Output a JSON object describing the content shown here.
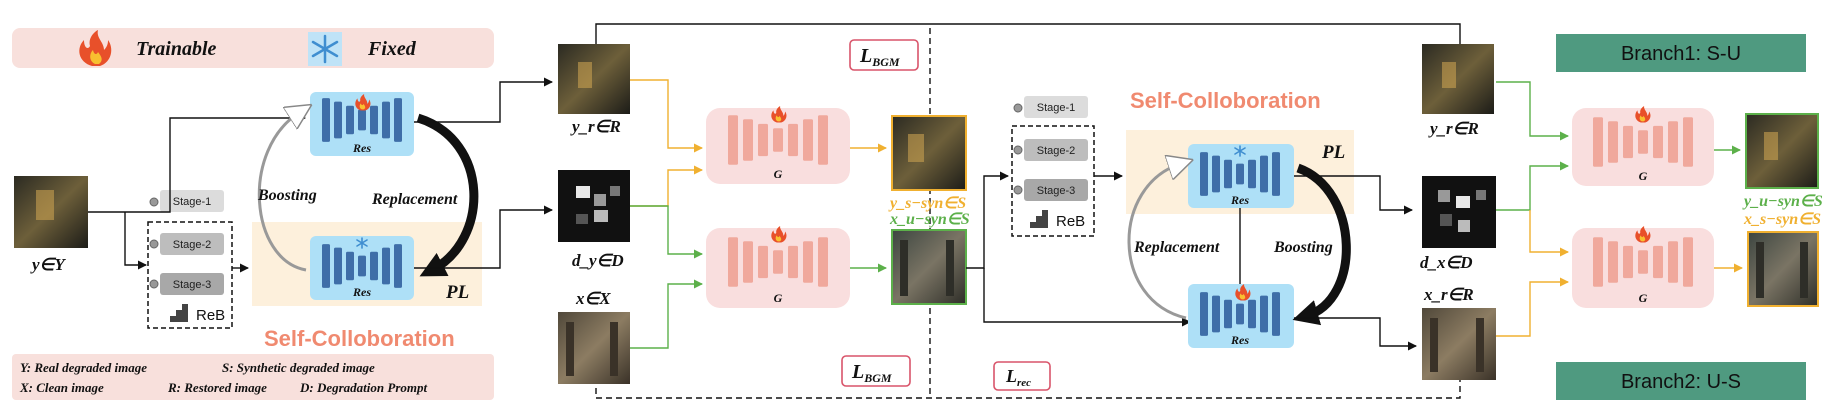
{
  "legend_top": {
    "trainable_label": "Trainable",
    "fixed_label": "Fixed"
  },
  "legend_bottom": {
    "line1_left": "Y: Real degraded image",
    "line1_right": "S: Synthetic degraded image",
    "line2_left": "X: Clean image",
    "line2_mid": "R: Restored image",
    "line2_right": "D: Degradation Prompt"
  },
  "left": {
    "input_label": "y∈Y",
    "stage1": "Stage-1",
    "stage2": "Stage-2",
    "stage3": "Stage-3",
    "reb": "ReB",
    "res_top": "Res",
    "res_bottom": "Res",
    "boosting": "Boosting",
    "replacement": "Replacement",
    "pl": "PL",
    "self_collab": "Self-Colloboration"
  },
  "middle": {
    "loss_top": "L",
    "loss_top_sub": "BGM",
    "loss_bottom": "L",
    "loss_bottom_sub": "BGM",
    "loss_rec": "L",
    "loss_rec_sub": "rec",
    "yr_label": "y_r∈R",
    "dy_label": "d_y∈D",
    "x_label": "x∈X",
    "g_top": "G",
    "g_bottom": "G",
    "ys_syn_label": "y_s−syn∈S",
    "xu_syn_label": "x_u−syn∈S"
  },
  "right": {
    "stage1": "Stage-1",
    "stage2": "Stage-2",
    "stage3": "Stage-3",
    "reb": "ReB",
    "self_collab": "Self-Colloboration",
    "pl": "PL",
    "res_top": "Res",
    "res_bottom": "Res",
    "replacement": "Replacement",
    "boosting": "Boosting",
    "yr_label": "y_r∈R",
    "dx_label": "d_x∈D",
    "xr_label": "x_r∈R",
    "g_top": "G",
    "g_bottom": "G",
    "yu_syn_label": "y_u−syn∈S",
    "xs_syn_label": "x_s−syn∈S",
    "branch1": "Branch1: S-U",
    "branch2": "Branch2: U-S"
  },
  "colors": {
    "legend_bg": "#f8e0dc",
    "pl_bg": "#fdf0dc",
    "res_bg": "#aee0f7",
    "res_bar": "#3f6ea8",
    "g_bg": "#f9dede",
    "g_bar": "#f0a89c",
    "orange": "#f0b030",
    "green": "#5cb04a",
    "self_collab": "#f08a70",
    "branch_bg": "#4f9a80",
    "loss_border": "#d9546a"
  }
}
